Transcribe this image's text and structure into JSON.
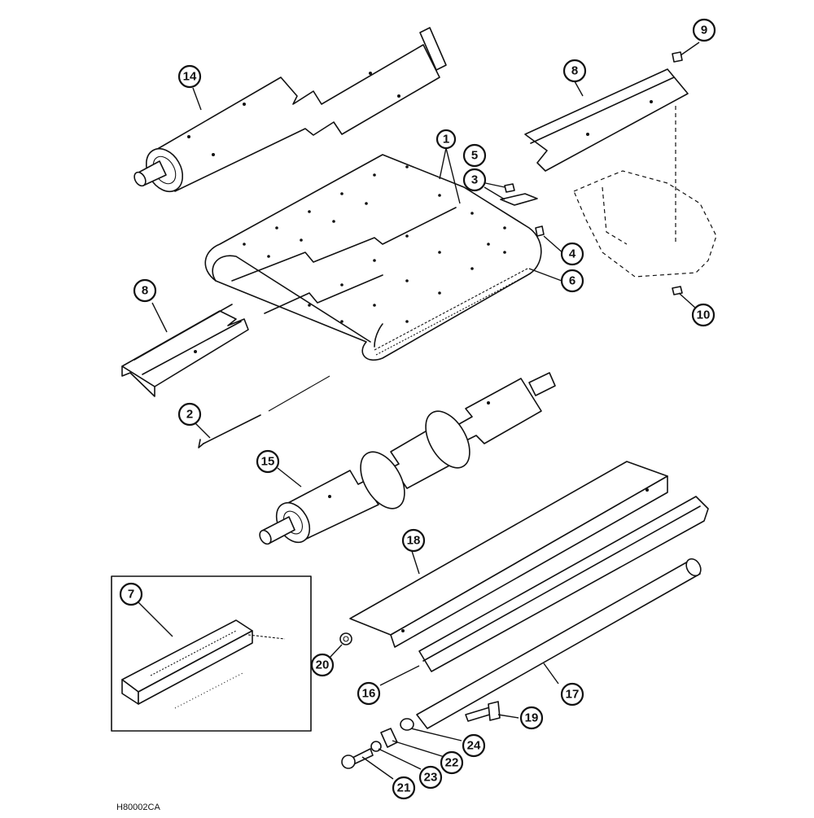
{
  "diagram": {
    "highlight_color": "#e01010",
    "figure_code": "H80002CA",
    "callouts": [
      {
        "id": "c1",
        "label": "1",
        "highlight": true
      },
      {
        "id": "c2",
        "label": "2"
      },
      {
        "id": "c3",
        "label": "3"
      },
      {
        "id": "c4",
        "label": "4"
      },
      {
        "id": "c5",
        "label": "5"
      },
      {
        "id": "c6",
        "label": "6"
      },
      {
        "id": "c7",
        "label": "7"
      },
      {
        "id": "c8a",
        "label": "8"
      },
      {
        "id": "c8b",
        "label": "8"
      },
      {
        "id": "c9",
        "label": "9"
      },
      {
        "id": "c10",
        "label": "10"
      },
      {
        "id": "c14",
        "label": "14"
      },
      {
        "id": "c15",
        "label": "15"
      },
      {
        "id": "c16",
        "label": "16"
      },
      {
        "id": "c17",
        "label": "17"
      },
      {
        "id": "c18",
        "label": "18"
      },
      {
        "id": "c19",
        "label": "19"
      },
      {
        "id": "c20",
        "label": "20"
      },
      {
        "id": "c21",
        "label": "21"
      },
      {
        "id": "c22",
        "label": "22"
      },
      {
        "id": "c23",
        "label": "23"
      },
      {
        "id": "c24",
        "label": "24"
      }
    ]
  }
}
